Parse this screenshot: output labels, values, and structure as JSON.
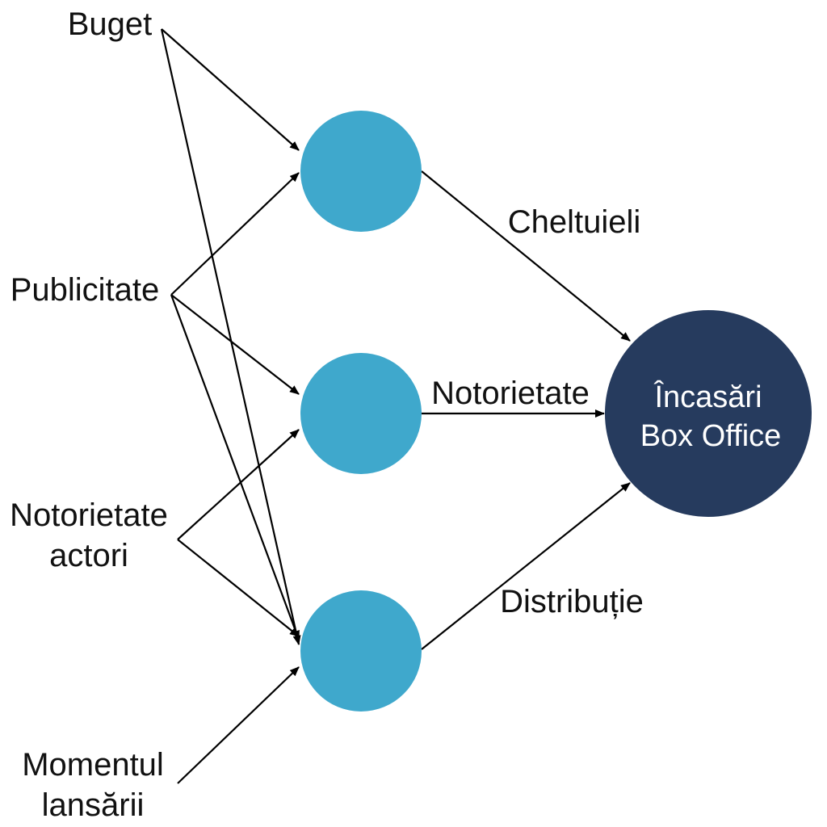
{
  "inputs": [
    {
      "id": "buget",
      "lines": [
        "Buget"
      ]
    },
    {
      "id": "publicitate",
      "lines": [
        "Publicitate"
      ]
    },
    {
      "id": "notorietate-actori",
      "lines": [
        "Notorietate",
        "actori"
      ]
    },
    {
      "id": "momentul-lansarii",
      "lines": [
        "Momentul",
        "lansării"
      ]
    }
  ],
  "hidden_nodes": [
    {
      "id": "hidden-1"
    },
    {
      "id": "hidden-2"
    },
    {
      "id": "hidden-3"
    }
  ],
  "output": {
    "id": "box-office",
    "lines": [
      "Încasări",
      "Box Office"
    ]
  },
  "edge_labels": {
    "hidden-1": "Cheltuieli",
    "hidden-2": "Notorietate",
    "hidden-3": "Distribuție"
  },
  "edges": [
    {
      "from": "buget",
      "to": "hidden-1"
    },
    {
      "from": "buget",
      "to": "hidden-3"
    },
    {
      "from": "publicitate",
      "to": "hidden-1"
    },
    {
      "from": "publicitate",
      "to": "hidden-2"
    },
    {
      "from": "publicitate",
      "to": "hidden-3"
    },
    {
      "from": "notorietate-actori",
      "to": "hidden-2"
    },
    {
      "from": "notorietate-actori",
      "to": "hidden-3"
    },
    {
      "from": "momentul-lansarii",
      "to": "hidden-3"
    },
    {
      "from": "hidden-1",
      "to": "box-office"
    },
    {
      "from": "hidden-2",
      "to": "box-office"
    },
    {
      "from": "hidden-3",
      "to": "box-office"
    }
  ],
  "colors": {
    "hidden": "#3FA8CC",
    "output": "#263B5E",
    "edge": "#000000",
    "text": "#111111"
  }
}
